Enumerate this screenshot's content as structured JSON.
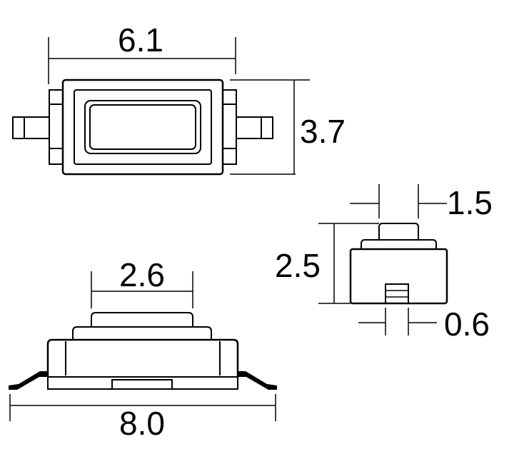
{
  "dimensions": {
    "top_width": "6.1",
    "top_height": "3.7",
    "side_actuator_width": "1.5",
    "side_height": "2.5",
    "side_lead_width": "0.6",
    "front_actuator_width": "2.6",
    "front_overall_width": "8.0"
  }
}
